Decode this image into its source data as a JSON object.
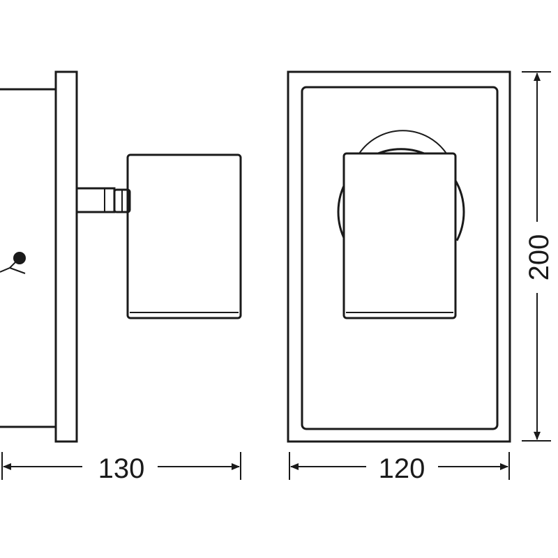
{
  "drawing": {
    "line_color": "#1a1a1a",
    "background": "#ffffff",
    "side_view": {
      "depth_label": "130"
    },
    "front_view": {
      "width_label": "120",
      "height_label": "200"
    }
  }
}
